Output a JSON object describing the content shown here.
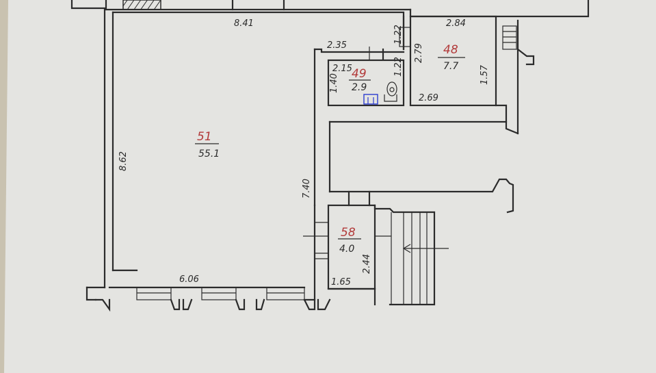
{
  "rooms": [
    {
      "id": "51",
      "area": "55.1"
    },
    {
      "id": "49",
      "area": "2.9"
    },
    {
      "id": "48",
      "area": "7.7"
    },
    {
      "id": "58",
      "area": "4.0"
    }
  ],
  "dimensions": {
    "top_wall": "8.41",
    "left_wall": "8.62",
    "bottom_wall": "6.06",
    "corridor_wall": "7.40",
    "r49_top": "2.35",
    "r49_inner_top": "2.15",
    "r49_left": "1.40",
    "r49_right": "1.22",
    "door_gap": "1.22",
    "r48_top": "2.84",
    "r48_left": "2.79",
    "r48_right": "1.57",
    "r48_bottom": "2.69",
    "r58_bottom": "1.65",
    "r58_right": "2.44"
  },
  "colors": {
    "paper": "#e4e4e1",
    "ink": "#2b2b2b",
    "room_number": "#b23a3a",
    "fixture": "#2b3bd0"
  }
}
